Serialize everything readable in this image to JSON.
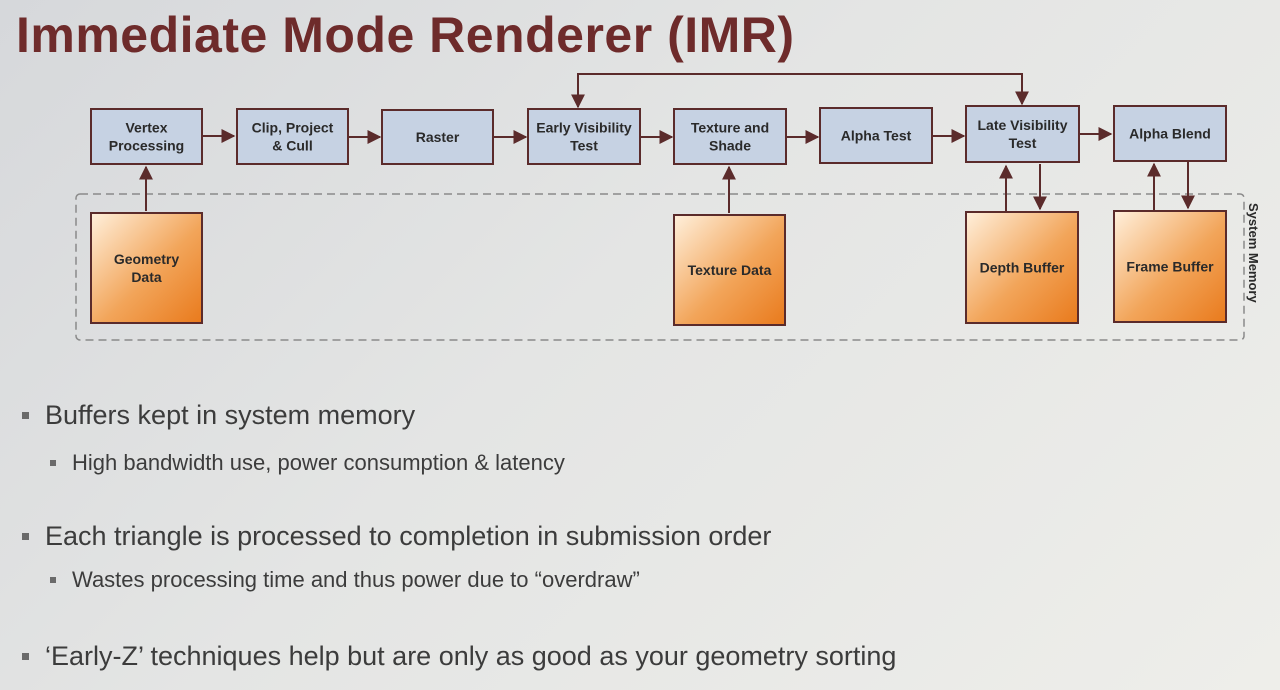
{
  "title": "Immediate Mode Renderer (IMR)",
  "diagram": {
    "stages": [
      {
        "id": "vertex",
        "lines": [
          "Vertex",
          "Processing"
        ]
      },
      {
        "id": "clip",
        "lines": [
          "Clip, Project",
          "& Cull"
        ]
      },
      {
        "id": "raster",
        "lines": [
          "Raster"
        ]
      },
      {
        "id": "early-vis",
        "lines": [
          "Early Visibility",
          "Test"
        ]
      },
      {
        "id": "texture-shade",
        "lines": [
          "Texture and",
          "Shade"
        ]
      },
      {
        "id": "alpha-test",
        "lines": [
          "Alpha Test"
        ]
      },
      {
        "id": "late-vis",
        "lines": [
          "Late Visibility",
          "Test"
        ]
      },
      {
        "id": "alpha-blend",
        "lines": [
          "Alpha Blend"
        ]
      }
    ],
    "memory_blocks": [
      {
        "id": "geometry",
        "lines": [
          "Geometry",
          "Data"
        ]
      },
      {
        "id": "texture-data",
        "lines": [
          "Texture Data"
        ]
      },
      {
        "id": "depth",
        "lines": [
          "Depth Buffer"
        ]
      },
      {
        "id": "frame",
        "lines": [
          "Frame Buffer"
        ]
      }
    ],
    "region_label": "System Memory",
    "colors": {
      "stage_fill": "#c6d2e3",
      "border": "#5b2b2b",
      "memory_gradient_light": "#fff0dc",
      "memory_gradient_dark": "#e97a1c"
    }
  },
  "bullets": [
    {
      "level": 1,
      "text": "Buffers kept in system memory"
    },
    {
      "level": 2,
      "text": "High bandwidth use, power consumption & latency"
    },
    {
      "level": 1,
      "text": "Each triangle is processed to completion in submission order"
    },
    {
      "level": 2,
      "text": "Wastes processing time and thus power due to “overdraw”"
    },
    {
      "level": 1,
      "text": "‘Early-Z’ techniques help but are only as good as your geometry sorting"
    }
  ]
}
